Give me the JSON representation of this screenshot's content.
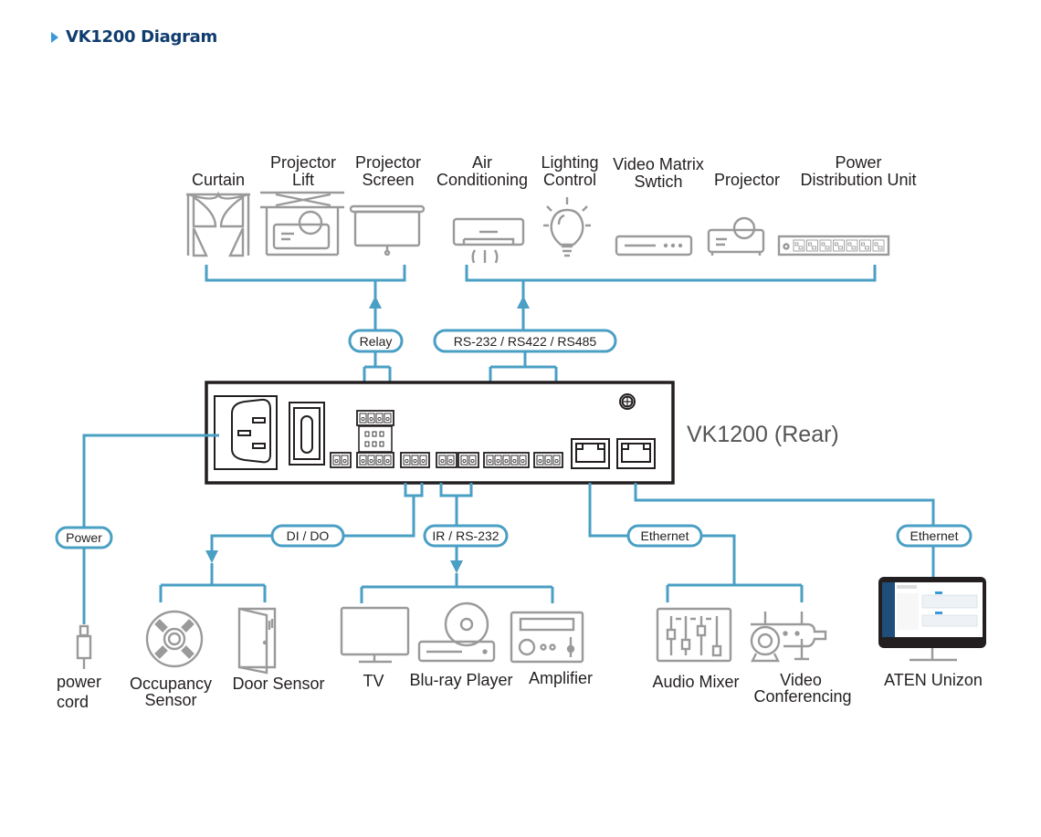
{
  "header": {
    "title": "VK1200 Diagram",
    "bullet_icon": "triangle-right-icon",
    "accent": "#3a9ad9",
    "title_color": "#0f3c6e"
  },
  "device": {
    "name": "VK1200 (Rear)"
  },
  "colors": {
    "wire": "#4a9fc4",
    "icon": "#9a9a9a",
    "text": "#231f20"
  },
  "top_groups": {
    "relay": {
      "label": "Relay",
      "devices": [
        {
          "id": "curtain",
          "label_lines": [
            "Curtain"
          ],
          "icon": "curtain-icon"
        },
        {
          "id": "projector-lift",
          "label_lines": [
            "Projector",
            "Lift"
          ],
          "icon": "projector-lift-icon"
        },
        {
          "id": "projector-screen",
          "label_lines": [
            "Projector",
            "Screen"
          ],
          "icon": "projector-screen-icon"
        }
      ]
    },
    "serial": {
      "label": "RS-232 / RS422 / RS485",
      "devices": [
        {
          "id": "air-conditioning",
          "label_lines": [
            "Air",
            "Conditioning"
          ],
          "icon": "air-conditioner-icon"
        },
        {
          "id": "lighting-control",
          "label_lines": [
            "Lighting",
            "Control"
          ],
          "icon": "light-bulb-icon"
        },
        {
          "id": "video-matrix",
          "label_lines": [
            "Video Matrix",
            "Swtich"
          ],
          "icon": "matrix-switch-icon"
        },
        {
          "id": "projector",
          "label_lines": [
            "Projector"
          ],
          "icon": "projector-icon"
        },
        {
          "id": "pdu",
          "label_lines": [
            "Power",
            "Distribution Unit"
          ],
          "icon": "pdu-icon"
        }
      ]
    }
  },
  "bottom_groups": {
    "power": {
      "label": "Power",
      "devices": [
        {
          "id": "power-cord",
          "label_lines": [
            "power",
            "cord"
          ],
          "icon": "power-plug-icon"
        }
      ]
    },
    "dido": {
      "label": "DI / DO",
      "devices": [
        {
          "id": "occupancy-sensor",
          "label_lines": [
            "Occupancy",
            "Sensor"
          ],
          "icon": "occupancy-sensor-icon"
        },
        {
          "id": "door-sensor",
          "label_lines": [
            "Door Sensor"
          ],
          "icon": "door-icon"
        }
      ]
    },
    "ir": {
      "label": "IR / RS-232",
      "devices": [
        {
          "id": "tv",
          "label_lines": [
            "TV"
          ],
          "icon": "tv-icon"
        },
        {
          "id": "bluray",
          "label_lines": [
            "Blu-ray Player"
          ],
          "icon": "bluray-player-icon"
        },
        {
          "id": "amplifier",
          "label_lines": [
            "Amplifier"
          ],
          "icon": "amplifier-icon"
        }
      ]
    },
    "ethernet1": {
      "label": "Ethernet",
      "devices": [
        {
          "id": "audio-mixer",
          "label_lines": [
            "Audio Mixer"
          ],
          "icon": "audio-mixer-icon"
        },
        {
          "id": "video-conf",
          "label_lines": [
            "Video",
            "Conferencing"
          ],
          "icon": "video-conference-camera-icon"
        }
      ]
    },
    "ethernet2": {
      "label": "Ethernet",
      "devices": [
        {
          "id": "aten-unizon",
          "label_lines": [
            "ATEN Unizon"
          ],
          "icon": "monitor-icon"
        }
      ]
    }
  }
}
